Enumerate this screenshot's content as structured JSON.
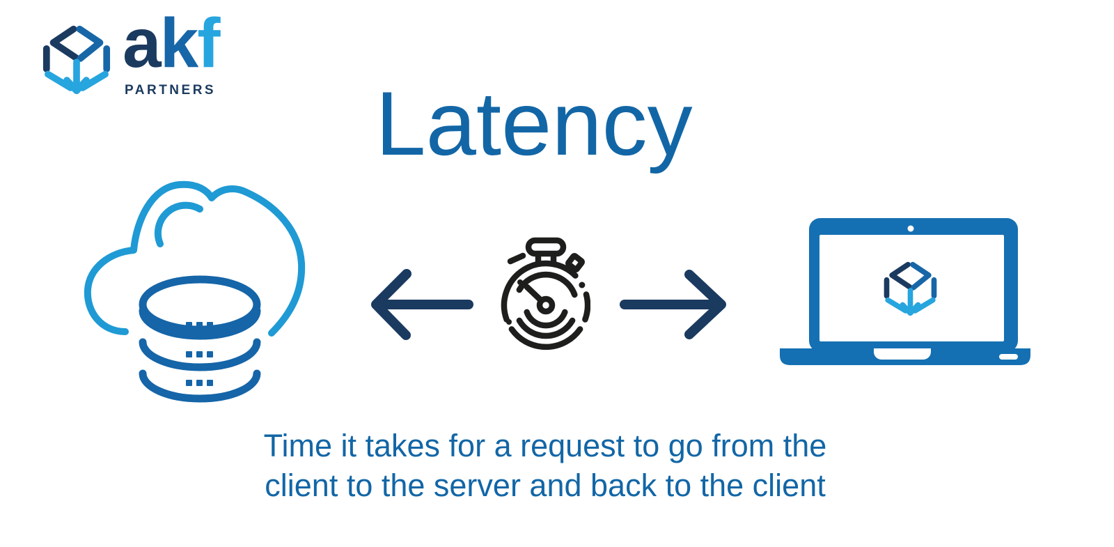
{
  "brand": {
    "letter_a": "a",
    "letter_k": "k",
    "letter_f": "f",
    "subtitle": "PARTNERS",
    "cube_icon": "akf-open-box-down-arrow-icon"
  },
  "title": "Latency",
  "caption": {
    "line1": "Time it takes for a request to go from the",
    "line2": "client to the server and back to the client"
  },
  "diagram": {
    "server_icon": "cloud-database-server-icon",
    "request_arrow_icon": "arrow-left-icon",
    "timer_icon": "stopwatch-icon",
    "response_arrow_icon": "arrow-right-icon",
    "client_icon": "laptop-client-icon"
  },
  "colors": {
    "navy": "#1b3a5f",
    "blue": "#1766a8",
    "lightBlue": "#27a5de",
    "cloudBlue": "#1f9ad4",
    "dbBlue": "#1565a8",
    "laptopBlue": "#1470b2",
    "textBlue": "#1266a6",
    "black": "#1e1e1c",
    "bg": "#ffffff"
  }
}
